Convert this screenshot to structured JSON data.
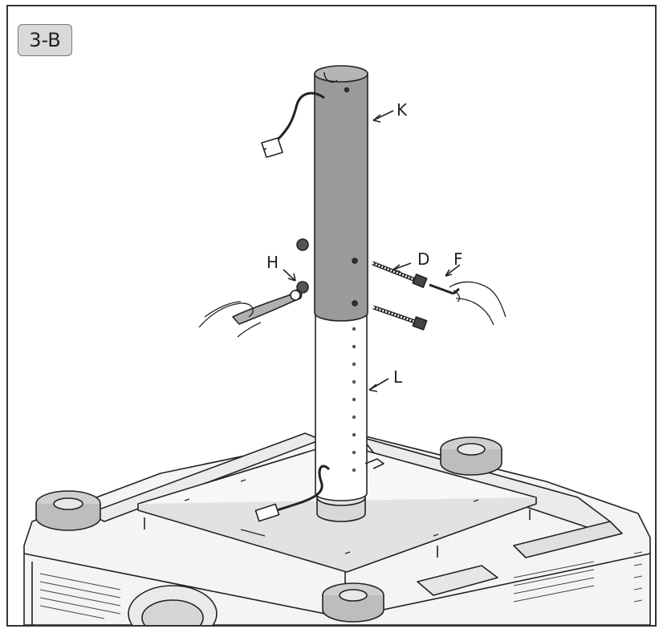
{
  "step": {
    "label": "3-B"
  },
  "callouts": {
    "K": "K",
    "D": "D",
    "F": "F",
    "H": "H",
    "L": "L"
  },
  "colors": {
    "upper_pole": "#9a9a9a",
    "outline": "#222222",
    "badge": "#d9d9d9"
  }
}
